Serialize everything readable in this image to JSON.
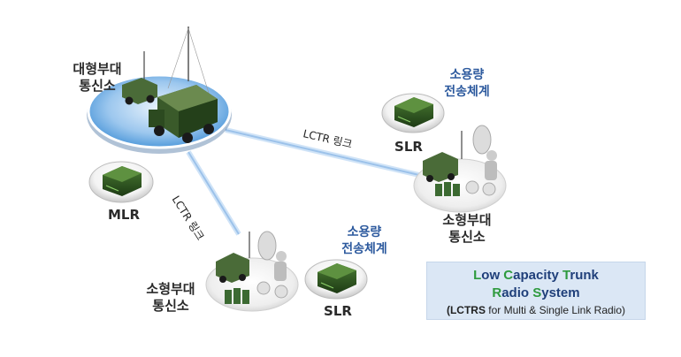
{
  "nodes": {
    "large_unit": {
      "line1": "대형부대",
      "line2": "통신소"
    },
    "small_unit_right": {
      "line1": "소형부대",
      "line2": "통신소"
    },
    "small_unit_bottom": {
      "line1": "소형부대",
      "line2": "통신소"
    },
    "mlr": "MLR",
    "slr_right": {
      "caption1": "소용량",
      "caption2": "전송체계",
      "label": "SLR"
    },
    "slr_bottom": {
      "caption1": "소용량",
      "caption2": "전송체계",
      "label": "SLR"
    }
  },
  "links": {
    "horizontal": "LCTR 링크",
    "diagonal": "LCTR 링크"
  },
  "info_box": {
    "line1": [
      {
        "text": "L",
        "accent": true
      },
      {
        "text": "ow ",
        "accent": false
      },
      {
        "text": "C",
        "accent": true
      },
      {
        "text": "apacity ",
        "accent": false
      },
      {
        "text": "T",
        "accent": true
      },
      {
        "text": "runk",
        "accent": false
      }
    ],
    "line2": [
      {
        "text": "R",
        "accent": true
      },
      {
        "text": "adio ",
        "accent": false
      },
      {
        "text": "S",
        "accent": true
      },
      {
        "text": "ystem",
        "accent": false
      }
    ],
    "line3": {
      "bold": "(LCTRS",
      "rest": " for Multi & Single Link Radio)"
    }
  },
  "colors": {
    "accent_green": "#2e9a3e",
    "title_blue": "#2d5a9e",
    "link_blue": "#9cc2ea",
    "box_bg": "#dbe7f5"
  }
}
